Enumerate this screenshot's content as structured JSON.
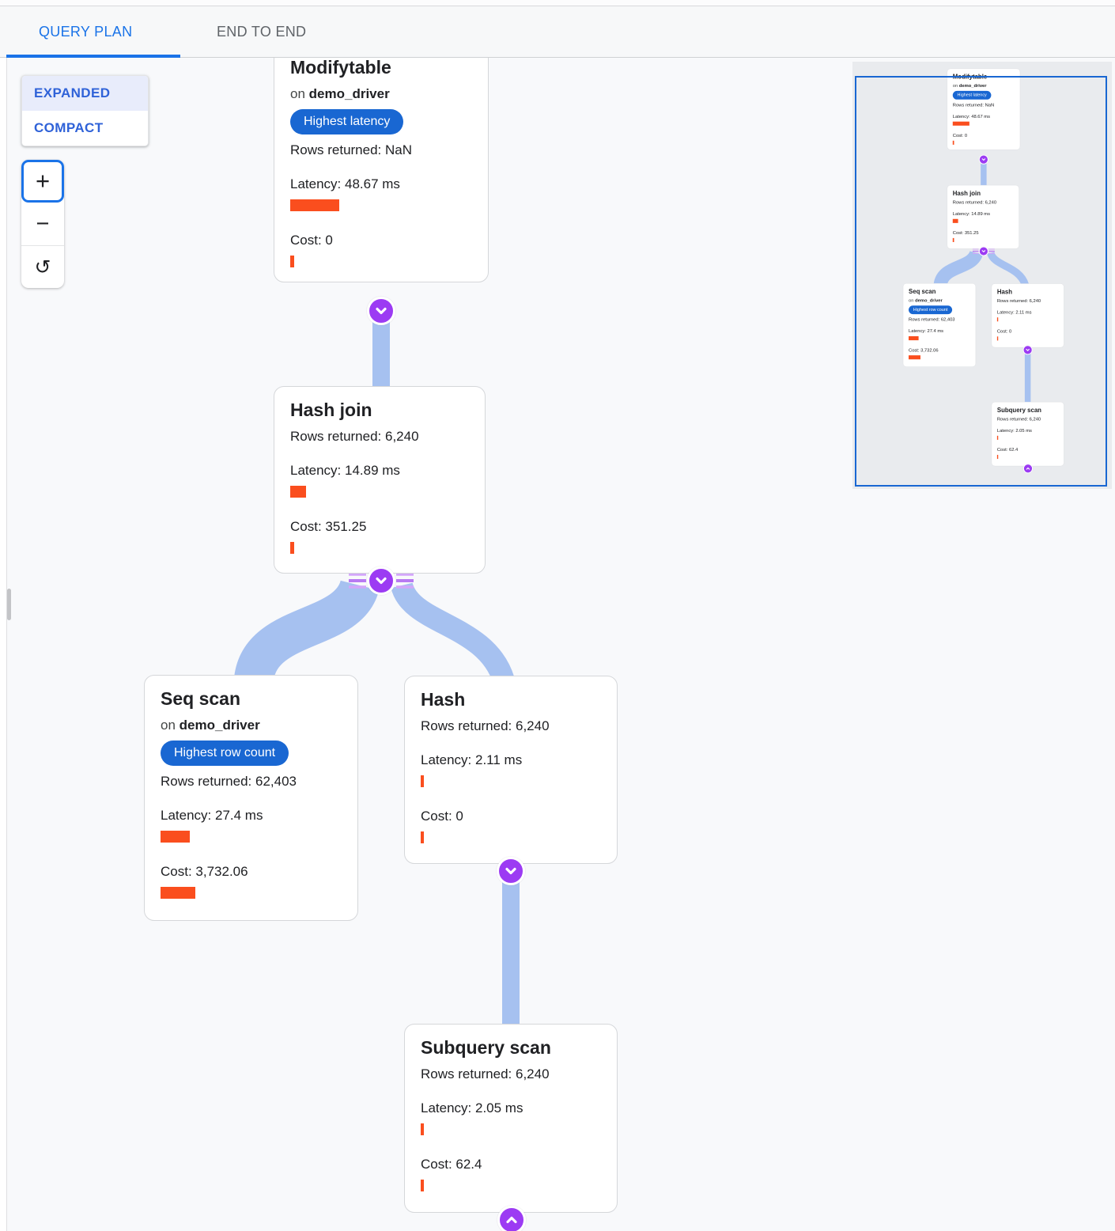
{
  "header": {
    "tabs": [
      {
        "label": "QUERY PLAN",
        "active": true
      },
      {
        "label": "END TO END",
        "active": false
      }
    ]
  },
  "controls": {
    "expanded_label": "EXPANDED",
    "compact_label": "COMPACT",
    "selected_view": "EXPANDED",
    "zoom_in_label": "+",
    "zoom_out_label": "−",
    "reset_label": "↺"
  },
  "plan": {
    "on_prefix": "on",
    "nodes": {
      "modifytable": {
        "title": "Modifytable",
        "table": "demo_driver",
        "badge": "Highest latency",
        "rows": "Rows returned: NaN",
        "latency": "Latency: 48.67 ms",
        "cost": "Cost: 0",
        "latency_bar": "width:62px",
        "cost_bar": "width:5px"
      },
      "hash_join": {
        "title": "Hash join",
        "rows": "Rows returned: 6,240",
        "latency": "Latency: 14.89 ms",
        "cost": "Cost: 351.25",
        "latency_bar": "width:20px",
        "cost_bar": "width:5px"
      },
      "seq_scan": {
        "title": "Seq scan",
        "table": "demo_driver",
        "badge": "Highest row count",
        "rows": "Rows returned: 62,403",
        "latency": "Latency: 27.4 ms",
        "cost": "Cost: 3,732.06",
        "latency_bar": "width:37px",
        "cost_bar": "width:44px"
      },
      "hash": {
        "title": "Hash",
        "rows": "Rows returned: 6,240",
        "latency": "Latency: 2.11 ms",
        "cost": "Cost: 0",
        "latency_bar": "width:4px",
        "cost_bar": "width:4px"
      },
      "subquery_scan": {
        "title": "Subquery scan",
        "rows": "Rows returned: 6,240",
        "latency": "Latency: 2.05 ms",
        "cost": "Cost: 62.4",
        "latency_bar": "width:4px",
        "cost_bar": "width:4px"
      }
    }
  },
  "colors": {
    "accent_blue": "#1a73e8",
    "badge_blue": "#1967d2",
    "bar_orange": "#fa4e1e",
    "edge_blue": "#a6c1f0",
    "connector_purple": "#9c3bf3",
    "viewport_border": "#1967d2"
  }
}
